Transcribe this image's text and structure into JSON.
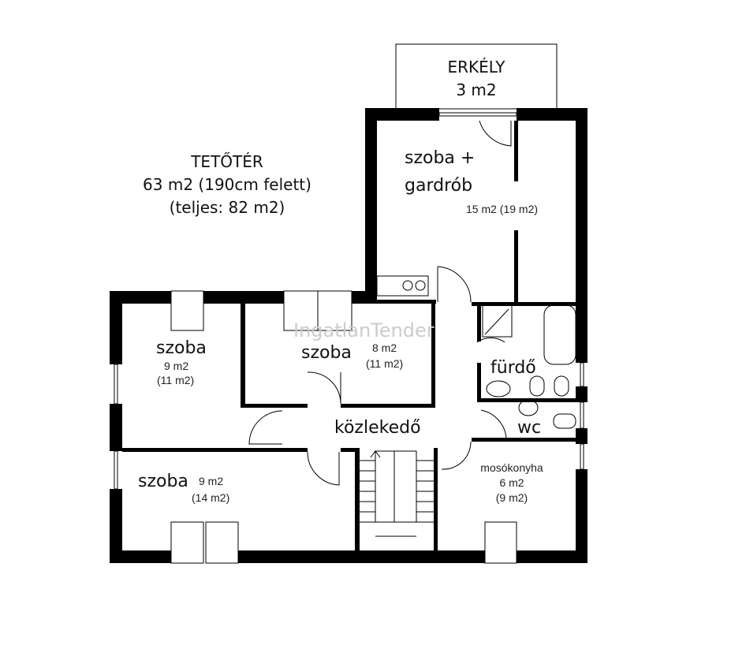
{
  "balcony": {
    "name": "ERKÉLY",
    "area": "3 m2"
  },
  "attic": {
    "title": "TETŐTÉR",
    "area": "63 m2 (190cm felett)",
    "total": "(teljes: 82 m2)"
  },
  "rooms": {
    "bedroom_wardrobe": {
      "line1": "szoba +",
      "line2": "gardrób",
      "area": "15 m2 (19 m2)"
    },
    "room_left": {
      "name": "szoba",
      "area": "9 m2",
      "total": "(11 m2)"
    },
    "room_middle": {
      "name": "szoba",
      "area": "8 m2",
      "total": "(11 m2)"
    },
    "room_bottom": {
      "name": "szoba",
      "area": "9 m2",
      "total": "(14 m2)"
    },
    "bathroom": {
      "name": "fürdő"
    },
    "wc": {
      "name": "wc"
    },
    "hallway": {
      "name": "közlekedő"
    },
    "utility": {
      "name": "mosókonyha",
      "area": "6 m2",
      "total": "(9 m2)"
    }
  },
  "watermark": "IngatlanTender"
}
